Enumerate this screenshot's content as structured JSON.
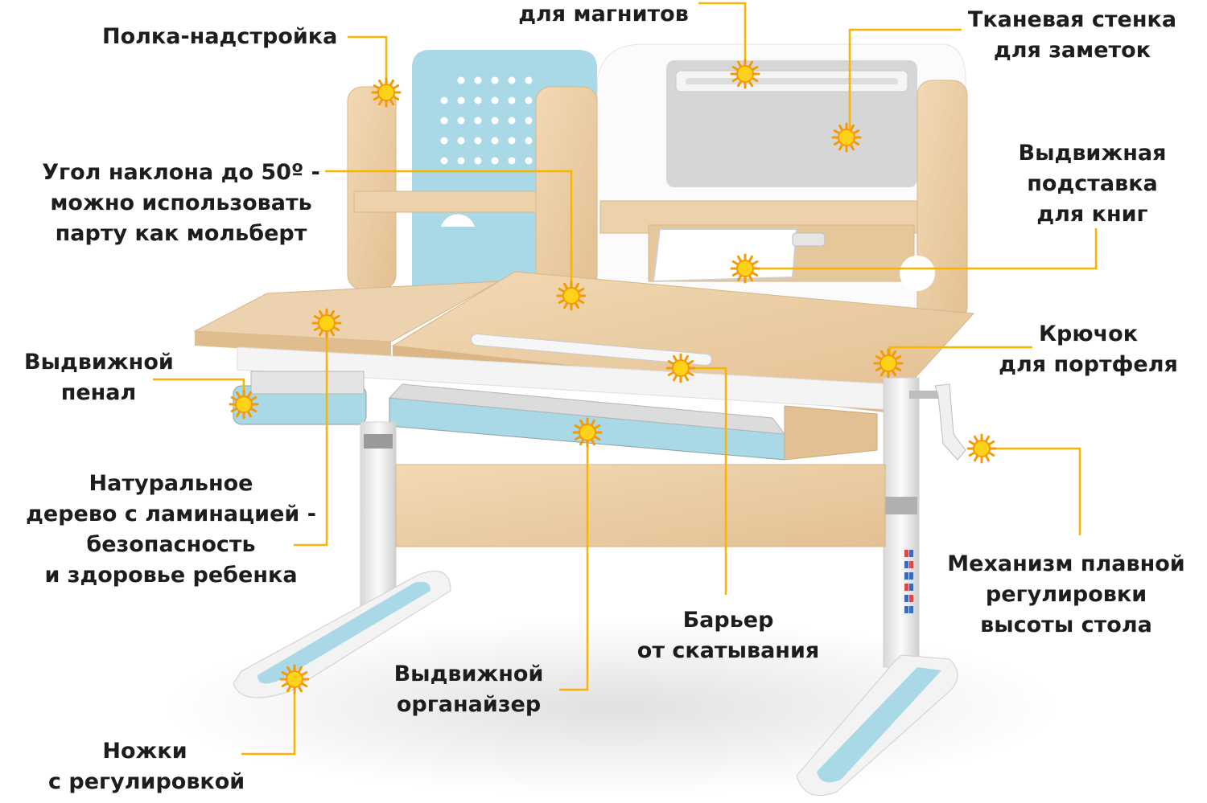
{
  "colors": {
    "accent_line": "#f7b500",
    "marker_fill": "#ffd21a",
    "marker_ray": "#f59a00",
    "wood": "#e9c9a0",
    "blue_panel": "#a9d8e6",
    "felt": "#d3d3d3"
  },
  "callouts": {
    "magnets": [
      "для магнитов"
    ],
    "fabric_wall": [
      "Тканевая стенка",
      "для заметок"
    ],
    "shelf": [
      "Полка-надстройка"
    ],
    "tilt": [
      "Угол наклона до 50º -",
      "можно использовать",
      "парту как мольберт"
    ],
    "book_stand": [
      "Выдвижная",
      "подставка",
      "для книг"
    ],
    "pencil_case": [
      "Выдвижной",
      "пенал"
    ],
    "hook": [
      "Крючок",
      "для портфеля"
    ],
    "wood": [
      "Натуральное",
      "дерево с ламинацией -",
      "безопасность",
      "и здоровье ребенка"
    ],
    "mechanism": [
      "Механизм плавной",
      "регулировки",
      "высоты стола"
    ],
    "barrier": [
      "Барьер",
      "от скатывания"
    ],
    "organizer": [
      "Выдвижной",
      "органайзер"
    ],
    "legs": [
      "Ножки",
      "с регулировкой"
    ]
  }
}
